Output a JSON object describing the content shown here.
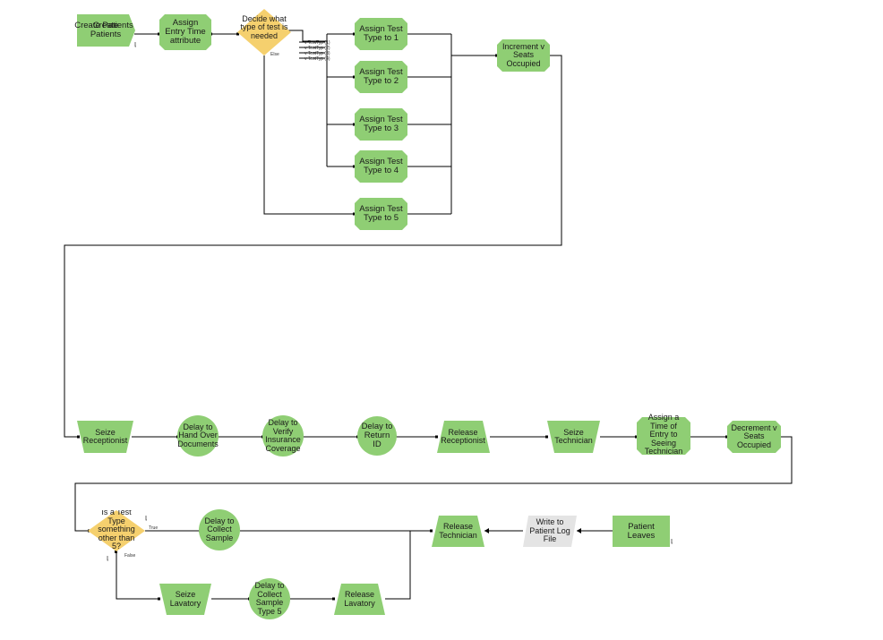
{
  "diagram": {
    "nodes": {
      "create_patients": "Create Patients",
      "assign_entry_time": "Assign Entry Time attribute",
      "decide_type": "Decide what type of test is needed",
      "assign_type1": "Assign Test Type to 1",
      "assign_type2": "Assign Test Type to 2",
      "assign_type3": "Assign Test Type to 3",
      "assign_type4": "Assign Test Type to 4",
      "assign_type5": "Assign Test Type to 5",
      "increment_seats": "Increment v Seats Occupied",
      "seize_receptionist": "Seize Receptionist",
      "delay_documents": "Delay to Hand Over Documents",
      "delay_insurance": "Delay to Verify Insurance Coverage",
      "delay_return_id": "Delay to Return ID",
      "release_receptionist": "Release Receptionist",
      "seize_technician": "Seize Technician",
      "assign_seeing_tech": "Assign a Time of Entry to Seeing Technician",
      "decrement_seats": "Decrement v Seats Occupied",
      "decide_type_other": "Is a Test Type something other than 5?",
      "delay_collect": "Delay to Collect Sample",
      "release_technician": "Release Technician",
      "write_log": "Write to Patient Log File",
      "patient_leaves": "Patient Leaves",
      "seize_lavatory": "Seize Lavatory",
      "delay_collect5": "Delay to Collect Sample Type 5",
      "release_lavatory": "Release Lavatory"
    },
    "branch_labels": {
      "else": "Else",
      "true": "True",
      "false": "False",
      "conditions": [
        "v TestTyp (1)",
        "v TestTyp (2)",
        "v TestTyp (3)",
        "v TestTyp (4)"
      ]
    },
    "colors": {
      "module": "#8fce74",
      "decision": "#f5d06e",
      "readwrite": "#e4e4e4",
      "connector": "#000000"
    }
  }
}
